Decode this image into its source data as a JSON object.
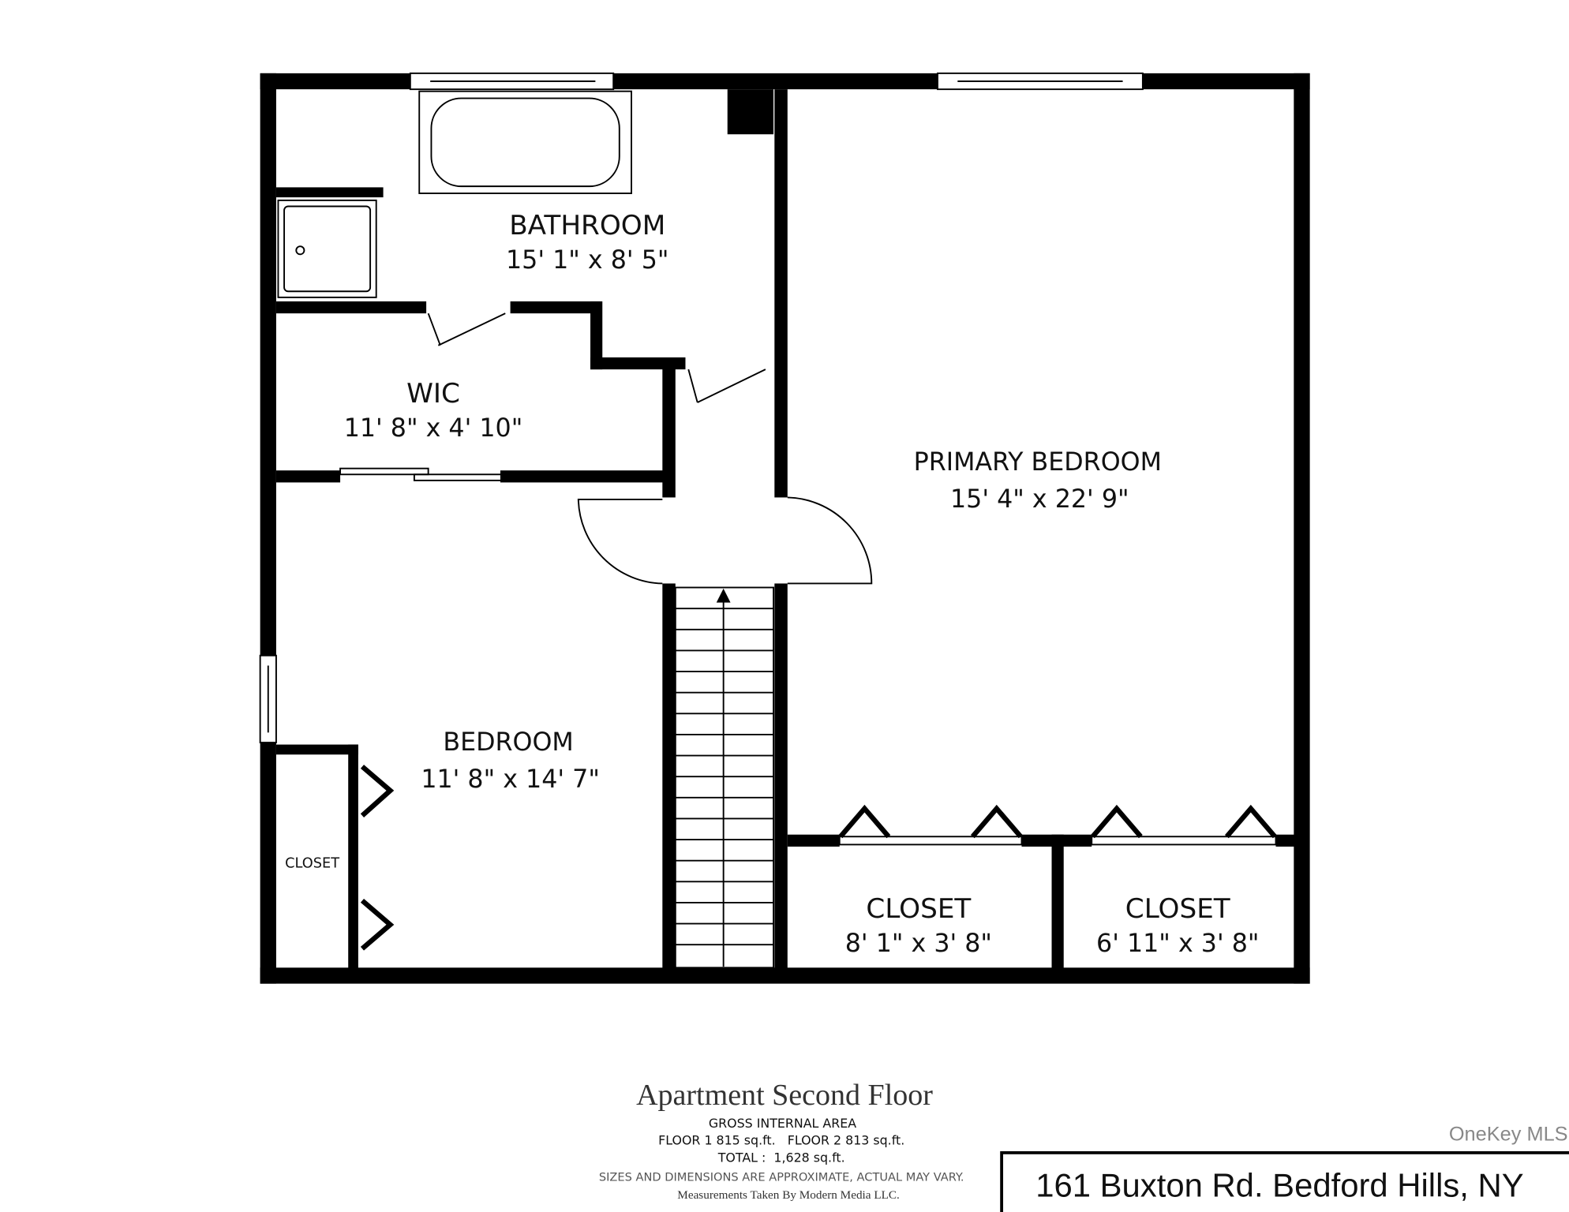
{
  "rooms": {
    "bathroom": {
      "name": "BATHROOM",
      "dims": "15' 1\" x 8' 5\""
    },
    "wic": {
      "name": "WIC",
      "dims": "11' 8\" x 4' 10\""
    },
    "bedroom": {
      "name": "BEDROOM",
      "dims": "11' 8\" x 14' 7\""
    },
    "bedroom_closet": {
      "name": "CLOSET"
    },
    "primary_bedroom": {
      "name": "PRIMARY BEDROOM",
      "dims": "15' 4\" x 22' 9\""
    },
    "closet_1": {
      "name": "CLOSET",
      "dims": "8' 1\" x 3' 8\""
    },
    "closet_2": {
      "name": "CLOSET",
      "dims": "6' 11\" x 3' 8\""
    }
  },
  "footer": {
    "title": "Apartment Second Floor",
    "gia_label": "GROSS INTERNAL AREA",
    "floors": "FLOOR 1 815 sq.ft.   FLOOR 2 813 sq.ft.",
    "total": "TOTAL :  1,628 sq.ft.",
    "disclaimer": "SIZES AND DIMENSIONS ARE APPROXIMATE, ACTUAL MAY VARY.",
    "credit": "Measurements Taken By Modern Media LLC."
  },
  "address": "161 Buxton Rd. Bedford Hills, NY",
  "watermark": "OneKey MLS"
}
